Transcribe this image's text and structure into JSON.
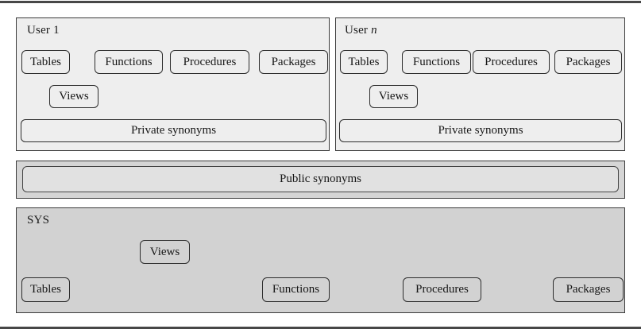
{
  "diagram": {
    "panels": {
      "user1": {
        "title": "User 1",
        "boxes_row1": [
          "Tables",
          "Functions",
          "Procedures",
          "Packages"
        ],
        "views_label": "Views",
        "private_synonyms_label": "Private synonyms"
      },
      "user_n": {
        "title_prefix": "User",
        "title_variable": "n",
        "boxes_row1": [
          "Tables",
          "Functions",
          "Procedures",
          "Packages"
        ],
        "views_label": "Views",
        "private_synonyms_label": "Private synonyms"
      },
      "public_synonyms": {
        "label": "Public synonyms"
      },
      "sys": {
        "title": "SYS",
        "views_label": "Views",
        "boxes_bottom": [
          "Tables",
          "Functions",
          "Procedures",
          "Packages"
        ]
      }
    },
    "colors": {
      "user_panel_bg": "#eeeeee",
      "public_outer_bg": "#d5d5d5",
      "public_inner_bg": "#e1e1e1",
      "sys_panel_bg": "#d2d2d2",
      "border": "#3b3b3b",
      "rule": "#474747",
      "text": "#171717"
    }
  }
}
